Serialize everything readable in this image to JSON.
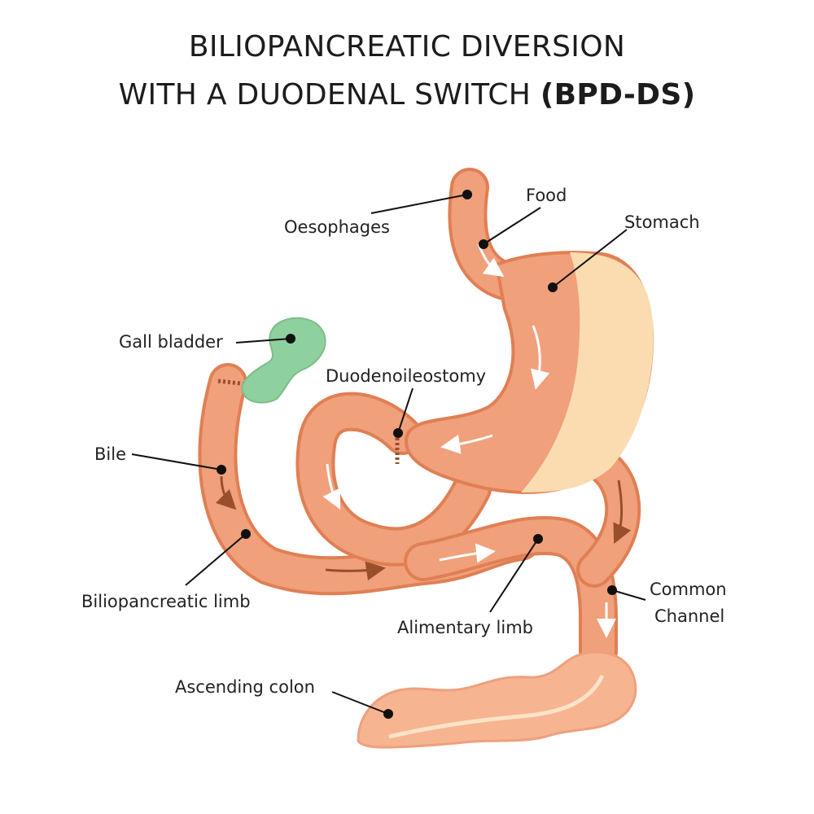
{
  "title": {
    "line1": "BILIOPANCREATIC DIVERSION",
    "line2_prefix": "WITH A DUODENAL SWITCH",
    "line2_bold": "(BPD-DS)"
  },
  "labels": {
    "oesophages": "Oesophages",
    "food": "Food",
    "stomach": "Stomach",
    "gall_bladder": "Gall bladder",
    "duodenoileostomy": "Duodenoileostomy",
    "bile": "Bile",
    "biliopancreatic_limb": "Biliopancreatic limb",
    "alimentary_limb": "Alimentary limb",
    "common_channel_1": "Common",
    "common_channel_2": "Channel",
    "ascending_colon": "Ascending colon"
  },
  "colors": {
    "intestine": "#f0a07a",
    "intestine_dark": "#e07f54",
    "stomach_removed": "#fbdcb1",
    "gall_bladder": "#8fd19e",
    "colon": "#f7b490",
    "arrow": "#ffffff",
    "bile_arrow": "#9a4f2c"
  }
}
